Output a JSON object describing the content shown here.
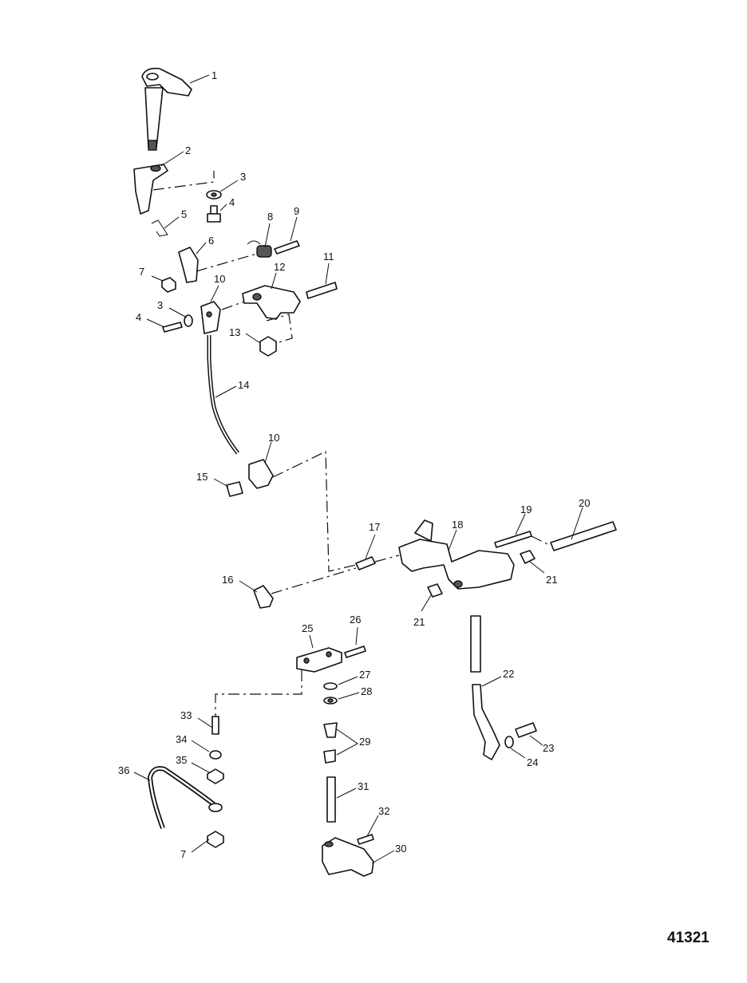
{
  "diagram": {
    "figure_number": "41321",
    "callouts": [
      "1",
      "2",
      "3",
      "4",
      "5",
      "6",
      "7",
      "8",
      "9",
      "10",
      "11",
      "12",
      "13",
      "14",
      "15",
      "16",
      "17",
      "18",
      "19",
      "20",
      "21",
      "22",
      "23",
      "24",
      "25",
      "26",
      "27",
      "28",
      "29",
      "30",
      "31",
      "32",
      "33",
      "34",
      "35",
      "36"
    ]
  },
  "labels": {
    "p1": "1",
    "p2": "2",
    "p3a": "3",
    "p3b": "3",
    "p4a": "4",
    "p4b": "4",
    "p5": "5",
    "p6": "6",
    "p7a": "7",
    "p7b": "7",
    "p8": "8",
    "p9": "9",
    "p10a": "10",
    "p10b": "10",
    "p11": "11",
    "p12": "12",
    "p13": "13",
    "p14": "14",
    "p15": "15",
    "p16": "16",
    "p17": "17",
    "p18": "18",
    "p19": "19",
    "p20": "20",
    "p21a": "21",
    "p21b": "21",
    "p22": "22",
    "p23": "23",
    "p24": "24",
    "p25": "25",
    "p26": "26",
    "p27": "27",
    "p28": "28",
    "p29": "29",
    "p30": "30",
    "p31": "31",
    "p32": "32",
    "p33": "33",
    "p34": "34",
    "p35": "35",
    "p36": "36"
  }
}
